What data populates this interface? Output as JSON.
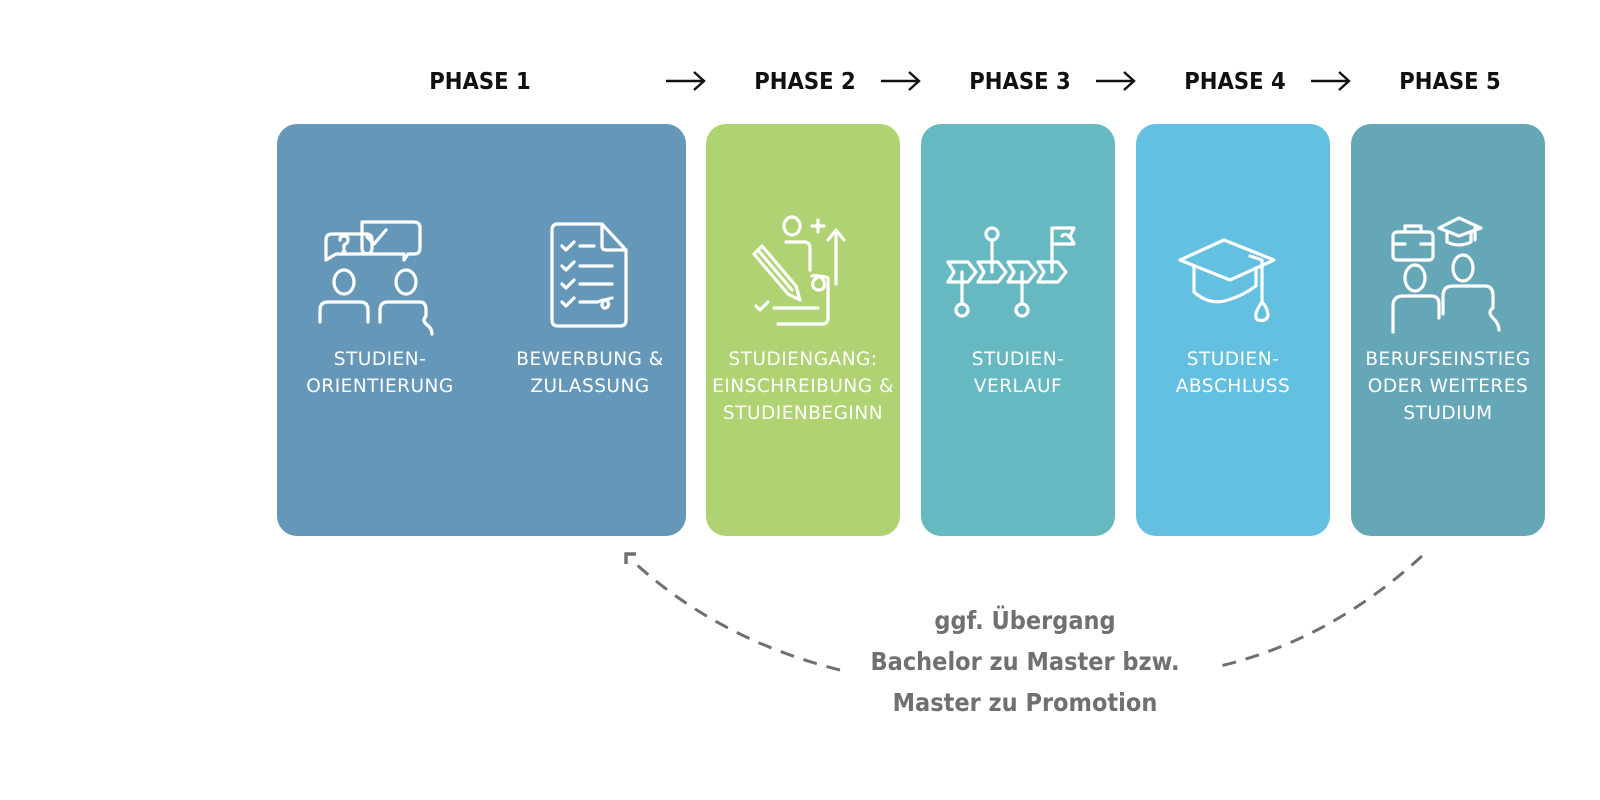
{
  "colors": {
    "phase1": "#6598b8",
    "phase2": "#afd272",
    "phase3": "#66b9c0",
    "phase4": "#64c0e1",
    "phase5": "#66a7b7",
    "title_text": "#111111",
    "card_text": "#ffffff",
    "note_text": "#707070"
  },
  "phases": [
    {
      "title": "PHASE 1"
    },
    {
      "title": "PHASE 2"
    },
    {
      "title": "PHASE 3"
    },
    {
      "title": "PHASE 4"
    },
    {
      "title": "PHASE 5"
    }
  ],
  "steps": [
    {
      "icon": "dialogue-people-icon",
      "label": "STUDIEN-\nORIENTIERUNG"
    },
    {
      "icon": "checklist-document-icon",
      "label": "BEWERBUNG &\nZULASSUNG"
    },
    {
      "icon": "person-pencil-arrow-icon",
      "label": "STUDIENGANG:\nEINSCHREIBUNG &\nSTUDIENBEGINN"
    },
    {
      "icon": "timeline-milestones-icon",
      "label": "STUDIEN-\nVERLAUF"
    },
    {
      "icon": "graduation-cap-icon",
      "label": "STUDIEN-\nABSCHLUSS"
    },
    {
      "icon": "career-or-study-people-icon",
      "label": "BERUFSEINSTIEG\nODER WEITERES\nSTUDIUM"
    }
  ],
  "loop_note": {
    "line1": "ggf. Übergang",
    "line2": "Bachelor zu Master bzw.",
    "line3": "Master zu Promotion"
  }
}
